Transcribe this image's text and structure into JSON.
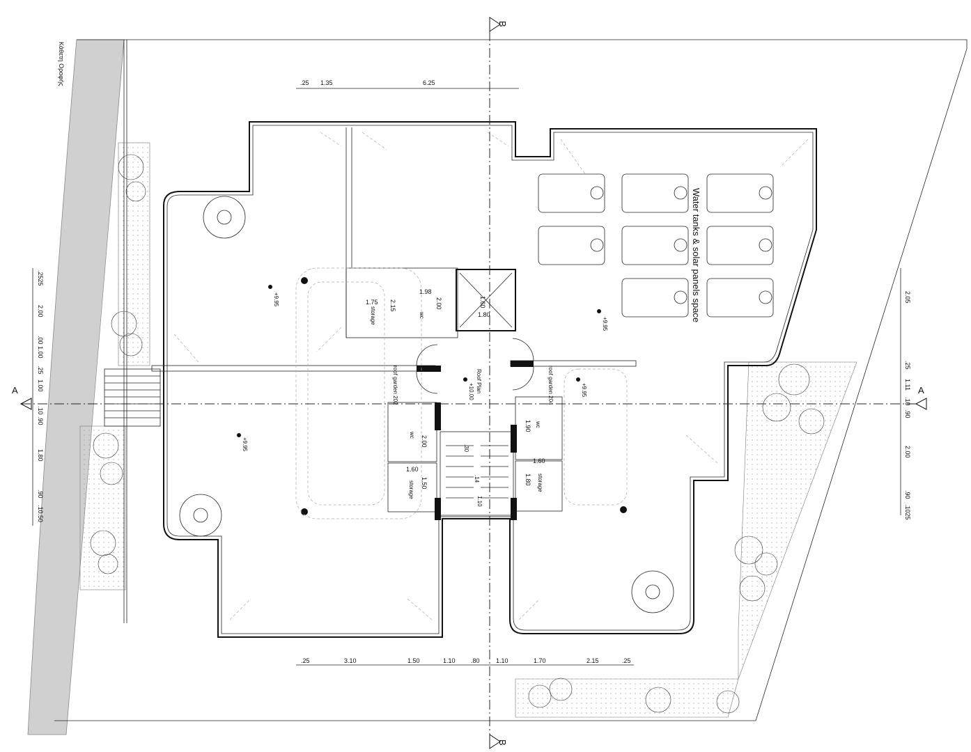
{
  "street_label": "Κάθετη Οροφής",
  "section_markers": {
    "b": "B",
    "a": "A"
  },
  "top_dims": [
    ".25",
    "1.35",
    "6.25"
  ],
  "bottom_dims": [
    ".25",
    "3.10",
    "1.50",
    "1.10",
    ".80",
    "1.10",
    "1.70",
    "2.15",
    ".25"
  ],
  "left_dims": [
    ".2525",
    "2.00",
    ".00 1.00",
    ".25",
    "1.00",
    ".10",
    ".90",
    "1.80",
    ".90",
    ".10.50"
  ],
  "right_dims": [
    "2.05",
    ".25",
    "1.11",
    ".10",
    ".90",
    "2.00",
    ".90",
    ".1025"
  ],
  "levels": [
    "+9.95",
    "+9.95",
    "+9.95",
    "+9.95",
    "+10.00"
  ],
  "rooms": {
    "tanks": "Water tanks & solar panels space",
    "roof_plan": "Roof Plan",
    "garden_202": "roof garden 202",
    "garden_204": "roof garden 204",
    "storage": "storage",
    "wc": "wc"
  },
  "room_dims": [
    "1.75",
    "2.15",
    "1.98",
    "2.00",
    "1.60",
    "1.80",
    "2.00",
    "1.60",
    "1.50",
    "1.90",
    "1.60",
    "1.80",
    ".30",
    ".14",
    "1.10"
  ]
}
